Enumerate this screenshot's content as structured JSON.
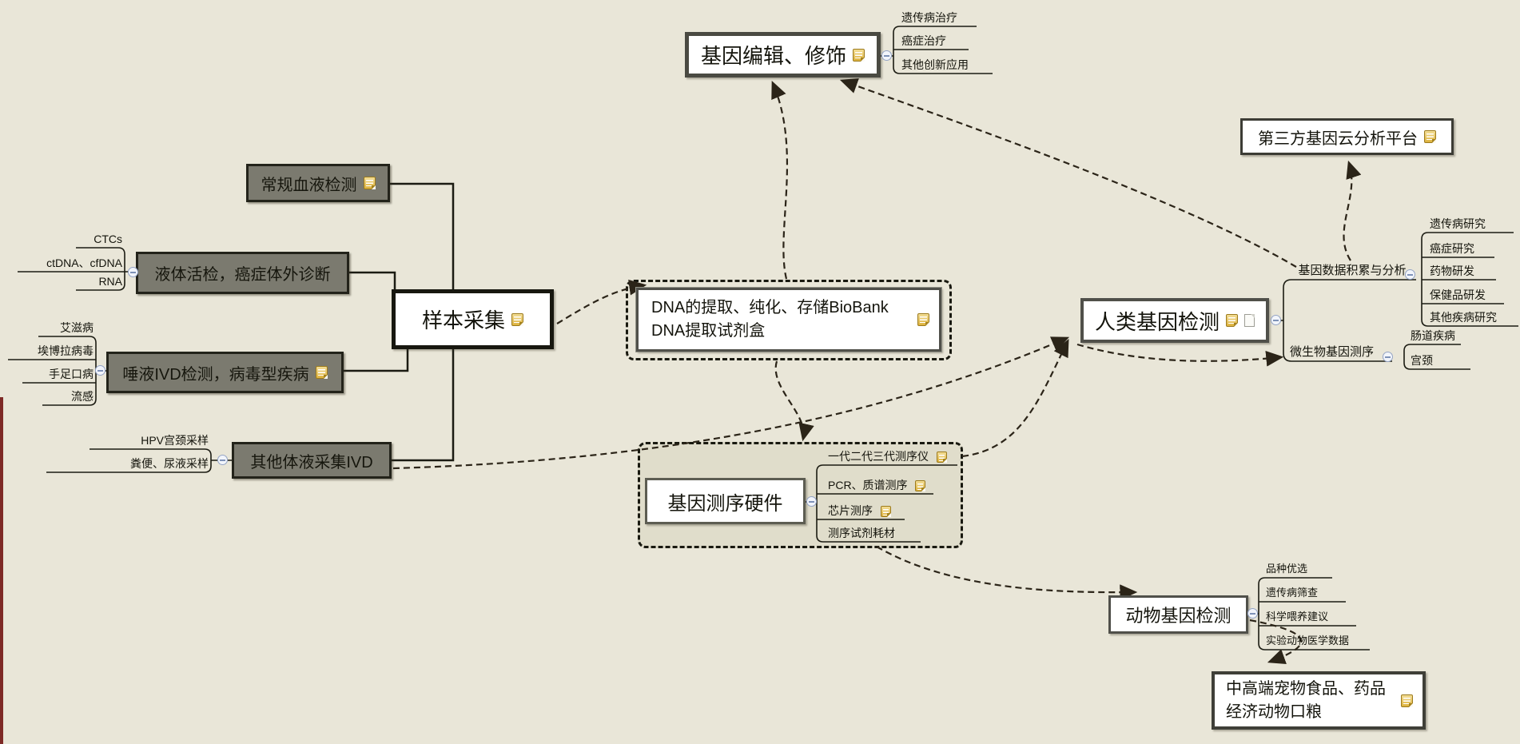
{
  "app": {
    "type": "mindmap-canvas"
  },
  "colors": {
    "background": "#e9e6d8",
    "gray_node_fill": "#7b7a6f",
    "dark_border": "#23231a",
    "white_node_fill": "#ffffff",
    "connector_line": "#1b1b12",
    "relationship_dash": "#2b2418",
    "note_icon_gold": "#ddb23e",
    "boundary_fill": "#e0ddcb",
    "window_edge_red": "#7e2a26"
  },
  "icons": {
    "note": "sticky-note-icon",
    "attachment": "file-icon",
    "collapse": "minus-circle-icon"
  },
  "nodes": {
    "sample_collection": {
      "label": "样本采集"
    },
    "routine_blood": {
      "label": "常规血液检测"
    },
    "liquid_biopsy": {
      "label": "液体活检，癌症体外诊断",
      "children": [
        "CTCs",
        "ctDNA、cfDNA",
        "RNA"
      ]
    },
    "saliva_ivd": {
      "label": "唾液IVD检测，病毒型疾病",
      "children": [
        "艾滋病",
        "埃博拉病毒",
        "手足口病",
        "流感"
      ]
    },
    "other_fluid": {
      "label": "其他体液采集IVD",
      "children": [
        "HPV宫颈采样",
        "粪便、尿液采样"
      ]
    },
    "gene_editing": {
      "label": "基因编辑、修饰",
      "children": [
        "遗传病治疗",
        "癌症治疗",
        "其他创新应用"
      ]
    },
    "dna_extraction": {
      "line1": "DNA的提取、纯化、存储BioBank",
      "line2": "DNA提取试剂盒"
    },
    "sequencing_hardware": {
      "label": "基因测序硬件",
      "children": [
        "一代二代三代测序仪",
        "PCR、质谱测序",
        "芯片测序",
        "测序试剂耗材"
      ]
    },
    "human_gene_testing": {
      "label": "人类基因检测"
    },
    "cloud_platform": {
      "label": "第三方基因云分析平台"
    },
    "gene_data_analysis": {
      "label": "基因数据积累与分析",
      "children": [
        "遗传病研究",
        "癌症研究",
        "药物研发",
        "保健品研发",
        "其他疾病研究"
      ]
    },
    "microbial_sequencing": {
      "label": "微生物基因测序",
      "children": [
        "肠道疾病",
        "宫颈"
      ]
    },
    "animal_gene_testing": {
      "label": "动物基因检测",
      "children": [
        "品种优选",
        "遗传病筛查",
        "科学喂养建议",
        "实验动物医学数据"
      ]
    },
    "pet_food": {
      "line1": "中高端宠物食品、药品",
      "line2": "经济动物口粮"
    }
  }
}
